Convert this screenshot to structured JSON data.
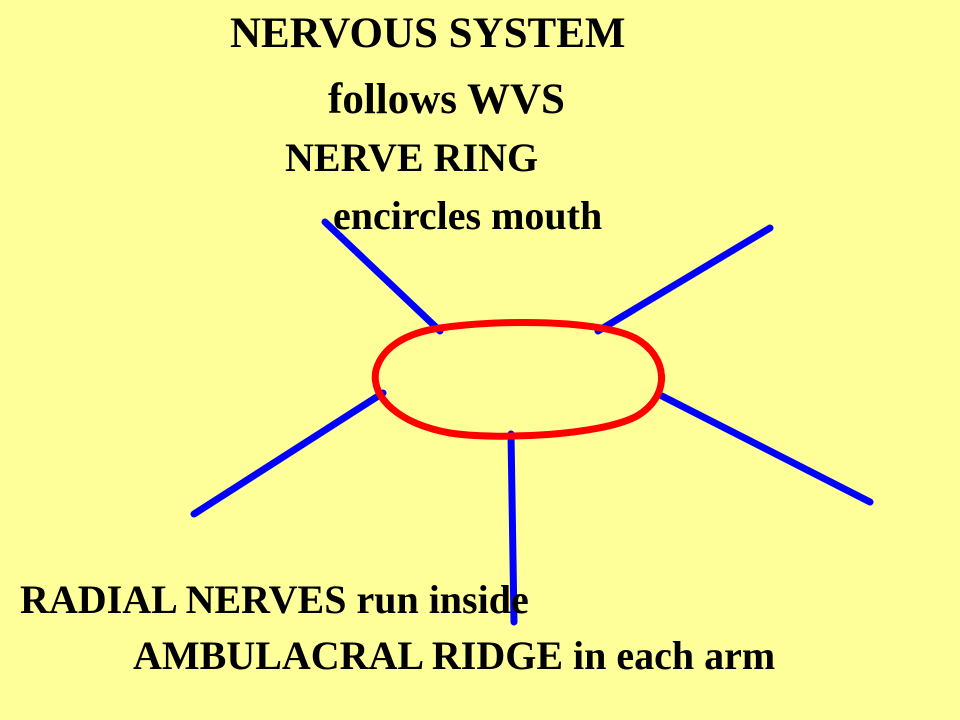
{
  "slide": {
    "title": "NERVOUS SYSTEM",
    "subtitle": "follows WVS",
    "nerve_ring": {
      "label": "NERVE RING",
      "description": "encircles mouth"
    },
    "radial_nerves": {
      "line1": "RADIAL NERVES run inside",
      "line2": "AMBULACRAL RIDGE in each arm"
    }
  },
  "colors": {
    "background": "#ffff99",
    "ring": "#ff0000",
    "radial_nerve": "#0000ff",
    "text": "#000000"
  }
}
